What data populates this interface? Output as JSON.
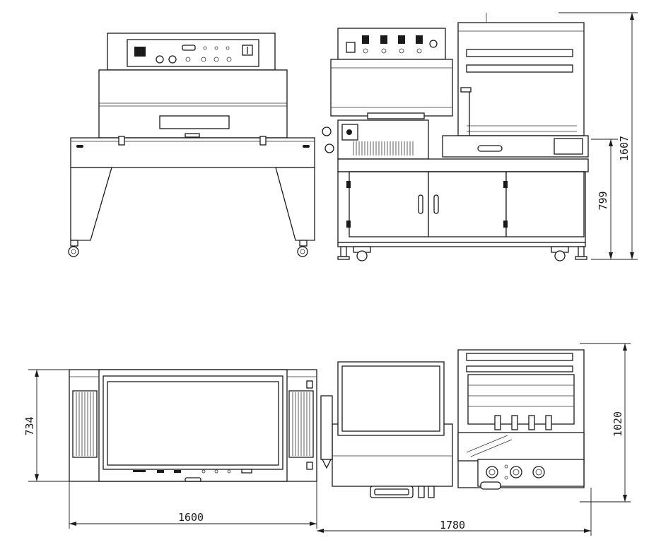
{
  "dimensions": {
    "front_total_height": "1607",
    "front_table_height": "799",
    "top_depth_tunnel": "734",
    "top_depth_sealer": "1020",
    "tunnel_length": "1600",
    "sealer_length": "1780"
  },
  "views": [
    "front-elevation",
    "top-plan"
  ]
}
